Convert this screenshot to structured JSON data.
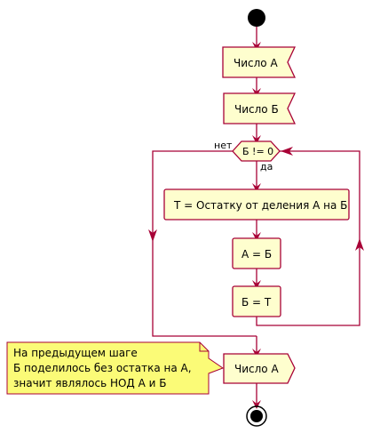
{
  "diagram": {
    "input_a": "Число А",
    "input_b": "Число Б",
    "condition": "Б != 0",
    "branch_no": "нет",
    "branch_yes": "да",
    "step_t": "Т = Остатку от деления А на Б",
    "step_ab": "А = Б",
    "step_bt": "Б = Т",
    "output_a": "Число А",
    "note_lines": [
      "На предыдущем шаге",
      "Б поделилось без остатка на А,",
      "значит являлось НОД А и Б"
    ]
  },
  "colors": {
    "box_fill": "#FEFECE",
    "box_stroke": "#A80036",
    "note_fill": "#FBFB77",
    "text": "#000000",
    "start_end": "#000000"
  }
}
